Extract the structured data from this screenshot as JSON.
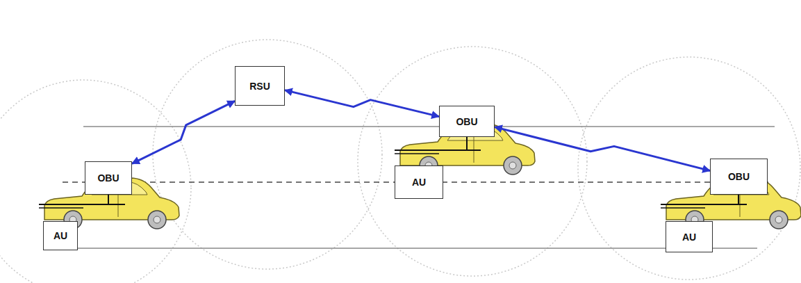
{
  "diagram": {
    "nodes": [
      {
        "text": [
          "RSU"
        ]
      },
      {
        "text": [
          "OBU"
        ]
      },
      {
        "text": [
          "AU"
        ]
      },
      {
        "text": [
          "OBU"
        ]
      },
      {
        "text": [
          "AU"
        ]
      },
      {
        "text": [
          "OBU"
        ]
      },
      {
        "text": [
          "AU"
        ]
      }
    ],
    "edges": [
      {
        "from": 0,
        "to": 1,
        "arrow": "both"
      },
      {
        "from": 0,
        "to": 3,
        "arrow": "both"
      },
      {
        "from": 3,
        "to": 5,
        "arrow": "both"
      }
    ]
  }
}
